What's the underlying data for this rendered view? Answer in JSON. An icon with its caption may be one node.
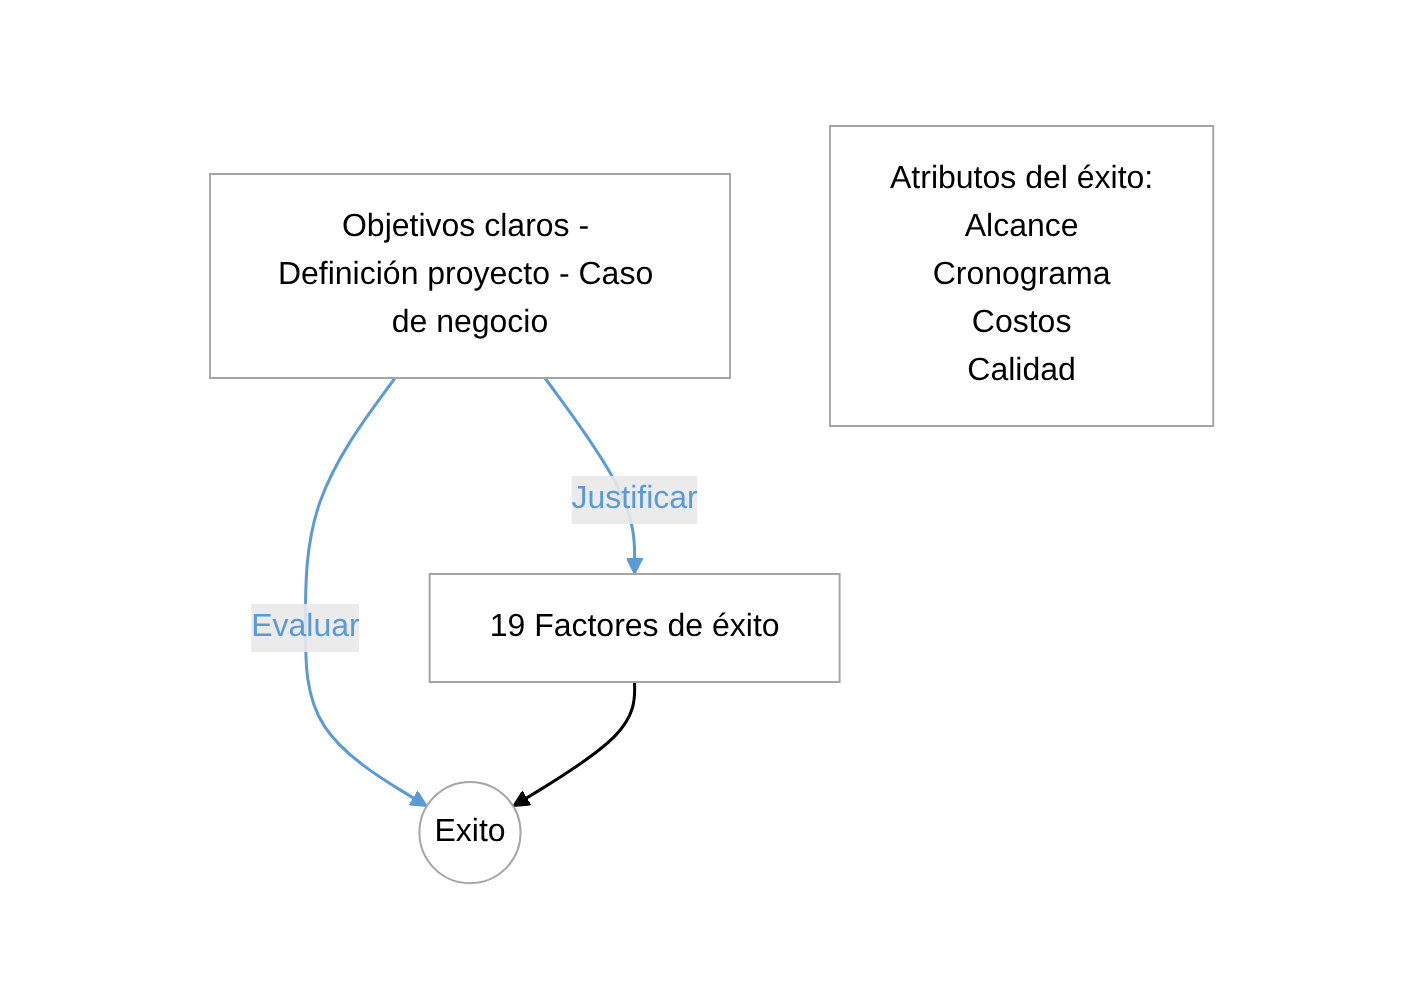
{
  "diagram": {
    "nodes": [
      {
        "text": [
          "Objetivos claros - Definición proyecto - Caso de negocio"
        ]
      },
      {
        "text": [
          "19 Factores de éxito"
        ]
      },
      {
        "text": [
          "Exito"
        ]
      },
      {
        "text": [
          "Atributos del éxito:",
          "Alcance",
          "Cronograma",
          "Costos",
          "Calidad"
        ]
      }
    ],
    "edges": [
      {
        "from": 0,
        "to": 1,
        "arrow": "to",
        "label": "Justificar"
      },
      {
        "from": 0,
        "to": 2,
        "arrow": "to",
        "label": "Evaluar"
      },
      {
        "from": 1,
        "to": 2,
        "arrow": "to",
        "color": "#000000"
      }
    ]
  }
}
